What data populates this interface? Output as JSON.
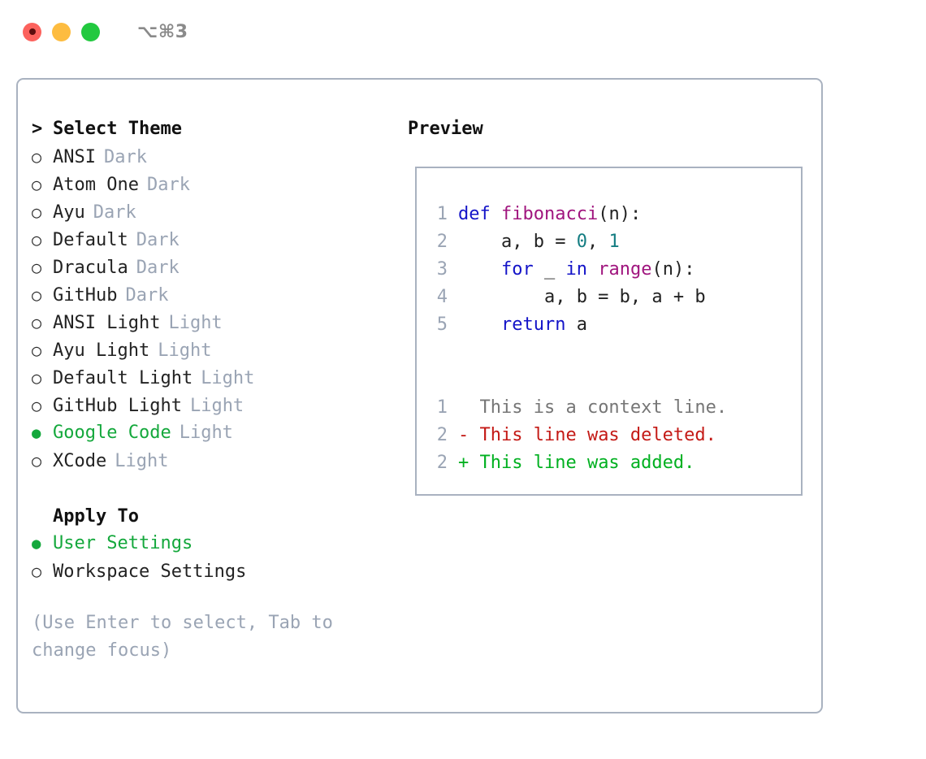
{
  "window": {
    "shortcut": "⌥⌘3",
    "traffic_lights": [
      {
        "name": "close",
        "color": "#fc625d"
      },
      {
        "name": "minimize",
        "color": "#fdbc40"
      },
      {
        "name": "maximize",
        "color": "#22c93f"
      }
    ]
  },
  "theme_picker": {
    "heading": "Select Theme",
    "heading_marker": ">",
    "marker_off": "○",
    "marker_on": "●",
    "items": [
      {
        "label": "ANSI",
        "badge": "Dark",
        "selected": false
      },
      {
        "label": "Atom One",
        "badge": "Dark",
        "selected": false
      },
      {
        "label": "Ayu",
        "badge": "Dark",
        "selected": false
      },
      {
        "label": "Default",
        "badge": "Dark",
        "selected": false
      },
      {
        "label": "Dracula",
        "badge": "Dark",
        "selected": false
      },
      {
        "label": "GitHub",
        "badge": "Dark",
        "selected": false
      },
      {
        "label": "ANSI Light",
        "badge": "Light",
        "selected": false
      },
      {
        "label": "Ayu Light",
        "badge": "Light",
        "selected": false
      },
      {
        "label": "Default Light",
        "badge": "Light",
        "selected": false
      },
      {
        "label": "GitHub Light",
        "badge": "Light",
        "selected": false
      },
      {
        "label": "Google Code",
        "badge": "Light",
        "selected": true
      },
      {
        "label": "XCode",
        "badge": "Light",
        "selected": false
      }
    ]
  },
  "apply_to": {
    "heading": "Apply To",
    "items": [
      {
        "label": "User Settings",
        "selected": true
      },
      {
        "label": "Workspace Settings",
        "selected": false
      }
    ]
  },
  "hint": "(Use Enter to select, Tab to change focus)",
  "preview": {
    "title": "Preview",
    "code_lines": [
      {
        "no": "1",
        "tokens": [
          {
            "t": "def",
            "c": "kw"
          },
          {
            "t": " ",
            "c": "pun"
          },
          {
            "t": "fibonacci",
            "c": "fn"
          },
          {
            "t": "(n):",
            "c": "pun"
          }
        ]
      },
      {
        "no": "2",
        "tokens": [
          {
            "t": "    a, b = ",
            "c": "var"
          },
          {
            "t": "0",
            "c": "num"
          },
          {
            "t": ", ",
            "c": "pun"
          },
          {
            "t": "1",
            "c": "num"
          }
        ]
      },
      {
        "no": "3",
        "tokens": [
          {
            "t": "    ",
            "c": "pun"
          },
          {
            "t": "for",
            "c": "kw"
          },
          {
            "t": " _ ",
            "c": "var"
          },
          {
            "t": "in",
            "c": "kw"
          },
          {
            "t": " ",
            "c": "pun"
          },
          {
            "t": "range",
            "c": "fn"
          },
          {
            "t": "(n):",
            "c": "pun"
          }
        ]
      },
      {
        "no": "4",
        "tokens": [
          {
            "t": "        a, b = b, a + b",
            "c": "var"
          }
        ]
      },
      {
        "no": "5",
        "tokens": [
          {
            "t": "    ",
            "c": "pun"
          },
          {
            "t": "return",
            "c": "kw"
          },
          {
            "t": " a",
            "c": "var"
          }
        ]
      }
    ],
    "diff_lines": [
      {
        "no": "1",
        "sign": " ",
        "text": " This is a context line.",
        "kind": "ctx"
      },
      {
        "no": "2",
        "sign": "-",
        "text": " This line was deleted.",
        "kind": "del"
      },
      {
        "no": "2",
        "sign": "+",
        "text": " This line was added.",
        "kind": "add"
      }
    ]
  },
  "colors": {
    "accent_green": "#14a83c",
    "muted": "#9aa4b4",
    "border": "#a9b2c0",
    "keyword": "#1414c8",
    "function": "#a0157e",
    "number": "#147d82",
    "diff_add": "#00b020",
    "diff_del": "#c41a16",
    "diff_ctx": "#767676"
  }
}
